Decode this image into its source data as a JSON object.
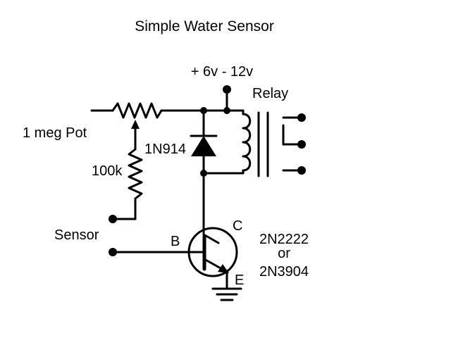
{
  "title": "Simple Water Sensor",
  "supply_label": "+ 6v - 12v",
  "relay_label": "Relay",
  "pot_label": "1 meg Pot",
  "diode_label": "1N914",
  "resistor_label": "100k",
  "sensor_label": "Sensor",
  "base_label": "B",
  "collector_label": "C",
  "emitter_label": "E",
  "transistor_label_1": "2N2222",
  "transistor_label_or": "or",
  "transistor_label_2": "2N3904",
  "colors": {
    "ink": "#000000",
    "background": "#ffffff"
  }
}
